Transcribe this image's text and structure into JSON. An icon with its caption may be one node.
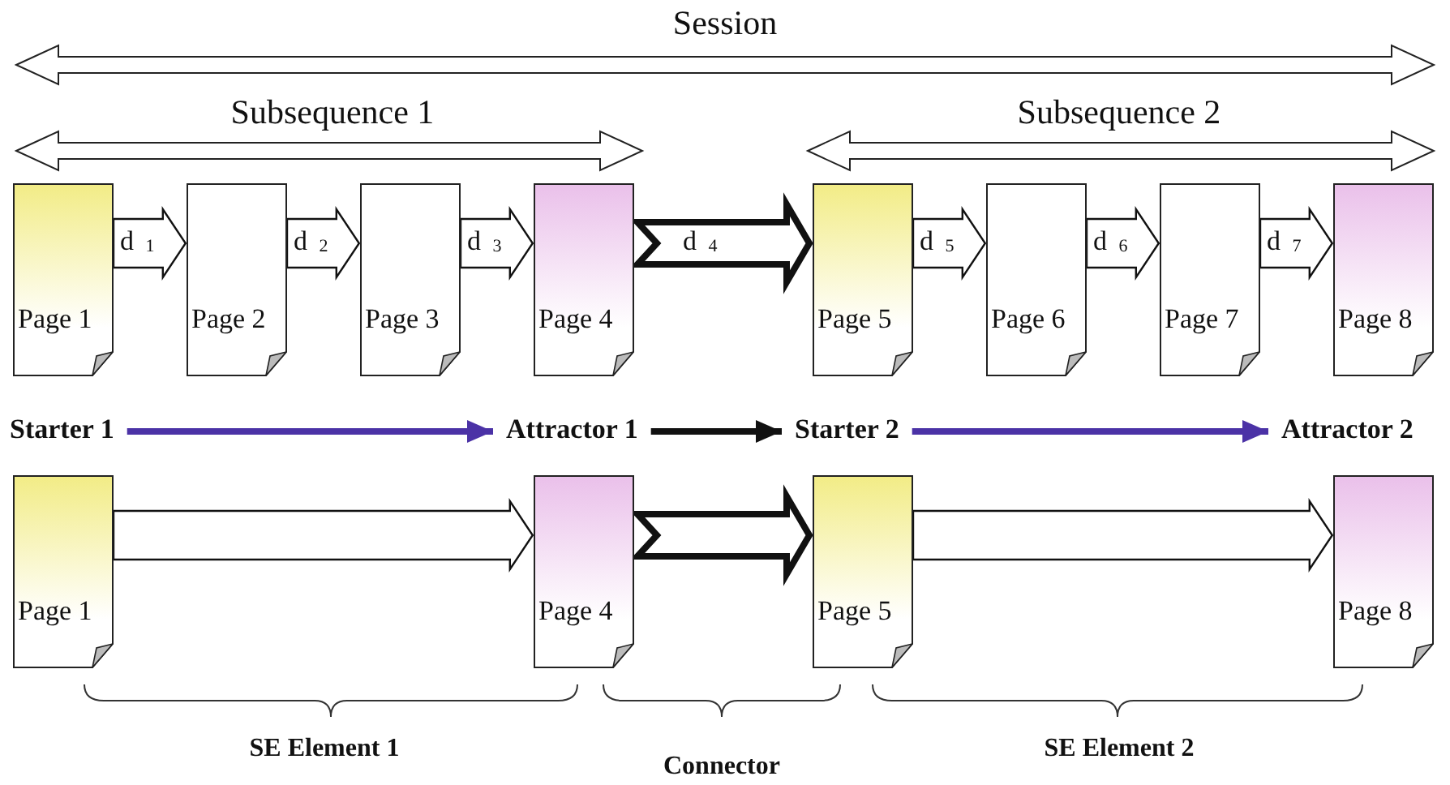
{
  "diagram": {
    "nodes": [
      {
        "text": [
          "Page 1"
        ]
      },
      {
        "text": [
          "Page 2"
        ]
      },
      {
        "text": [
          "Page 3"
        ]
      },
      {
        "text": [
          "Page 4"
        ]
      },
      {
        "text": [
          "Page 5"
        ]
      },
      {
        "text": [
          "Page 6"
        ]
      },
      {
        "text": [
          "Page 7"
        ]
      },
      {
        "text": [
          "Page 8"
        ]
      },
      {
        "text": [
          "Starter 1"
        ]
      },
      {
        "text": [
          "Attractor 1"
        ]
      },
      {
        "text": [
          "Starter 2"
        ]
      },
      {
        "text": [
          "Attractor 2"
        ]
      },
      {
        "text": [
          "Page 1"
        ]
      },
      {
        "text": [
          "Page 4"
        ]
      },
      {
        "text": [
          "Page 5"
        ]
      },
      {
        "text": [
          "Page 8"
        ]
      }
    ],
    "edges": [
      {
        "from": 0,
        "to": 1,
        "arrow": "to",
        "label": "d $_{1}$"
      },
      {
        "from": 1,
        "to": 2,
        "arrow": "to",
        "label": "d $_{2}$"
      },
      {
        "from": 2,
        "to": 3,
        "arrow": "to",
        "label": "d $_{3}$"
      },
      {
        "from": 3,
        "to": 4,
        "arrow": "to",
        "label": "d $_{4}$",
        "style": "thick"
      },
      {
        "from": 4,
        "to": 5,
        "arrow": "to",
        "label": "d $_{5}$"
      },
      {
        "from": 5,
        "to": 6,
        "arrow": "to",
        "label": "d $_{6}$"
      },
      {
        "from": 6,
        "to": 7,
        "arrow": "to",
        "label": "d $_{7}$"
      },
      {
        "from": 8,
        "to": 9,
        "arrow": "to",
        "color": "#4b32a6"
      },
      {
        "from": 9,
        "to": 10,
        "arrow": "to",
        "color": "#111111"
      },
      {
        "from": 10,
        "to": 11,
        "arrow": "to",
        "color": "#4b32a6"
      },
      {
        "from": 12,
        "to": 13,
        "arrow": "to"
      },
      {
        "from": 13,
        "to": 14,
        "arrow": "to",
        "style": "thick"
      },
      {
        "from": 14,
        "to": 15,
        "arrow": "to"
      }
    ],
    "labels": [
      "Session",
      "Subsequence 1",
      "Subsequence 2",
      "SE Element 1",
      "Connector",
      "SE Element 2"
    ]
  }
}
